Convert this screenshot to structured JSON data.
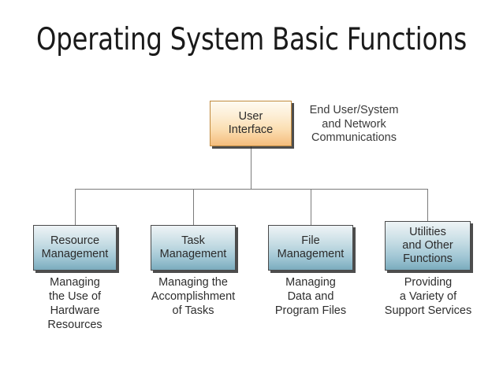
{
  "slide": {
    "title": "Operating System Basic Functions",
    "background_color": "#ffffff"
  },
  "colors": {
    "root_fill_top": "#fefaf1",
    "root_fill_bottom": "#f4bd7d",
    "root_border": "#c08a3e",
    "leaf_fill_top": "#eef4f6",
    "leaf_fill_bottom": "#7aa9bb",
    "leaf_border": "#4a4a4a",
    "connector": "#7b7b7b",
    "text": "#2b2b2b",
    "shadow": "#262626"
  },
  "diagram": {
    "type": "hierarchy",
    "root": {
      "id": "user-interface",
      "lines": [
        "User",
        "Interface"
      ],
      "annotation_lines": [
        "End User/System",
        "and Network",
        "Communications"
      ]
    },
    "leaves": [
      {
        "id": "resource-management",
        "lines": [
          "Resource",
          "Management"
        ],
        "caption_lines": [
          "Managing",
          "the Use of",
          "Hardware",
          "Resources"
        ]
      },
      {
        "id": "task-management",
        "lines": [
          "Task",
          "Management"
        ],
        "caption_lines": [
          "Managing the",
          "Accomplishment",
          "of Tasks"
        ]
      },
      {
        "id": "file-management",
        "lines": [
          "File",
          "Management"
        ],
        "caption_lines": [
          "Managing",
          "Data and",
          "Program Files"
        ]
      },
      {
        "id": "utilities",
        "lines": [
          "Utilities",
          "and Other",
          "Functions"
        ],
        "caption_lines": [
          "Providing",
          "a Variety of",
          "Support Services"
        ]
      }
    ]
  }
}
